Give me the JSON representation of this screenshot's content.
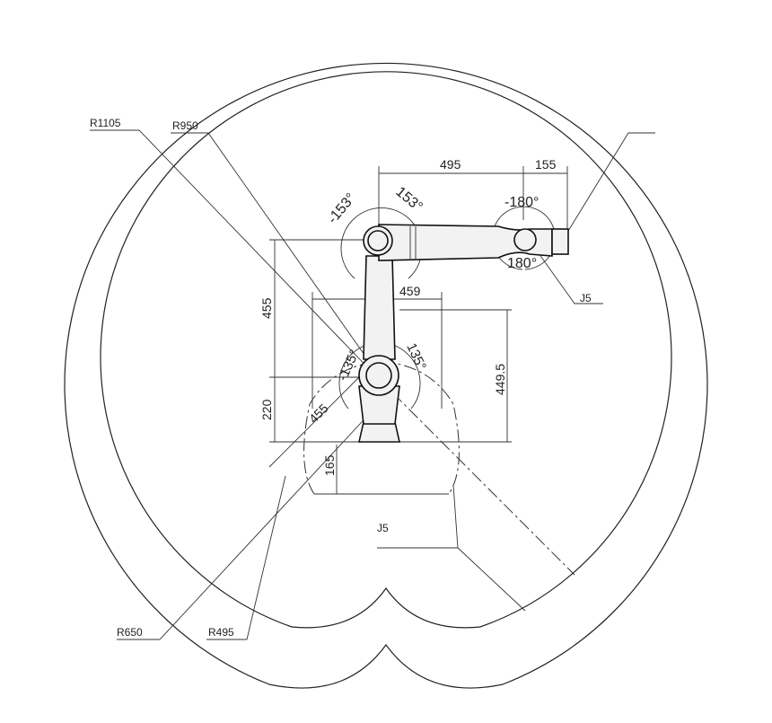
{
  "labels": {
    "r1105": "R1105",
    "r950": "R950",
    "r650": "R650",
    "r495": "R495",
    "d495": "495",
    "d155": "155",
    "d459": "459",
    "d455v": "455",
    "d220": "220",
    "d4495": "449.5",
    "d165": "165",
    "d455diag": "455",
    "a_m153": "-153°",
    "a_153": "153°",
    "a_m180": "-180°",
    "a_180": "180°",
    "a_m135": "-135°",
    "a_135": "135°",
    "j5_right": "J5",
    "j5_center": "J5"
  }
}
